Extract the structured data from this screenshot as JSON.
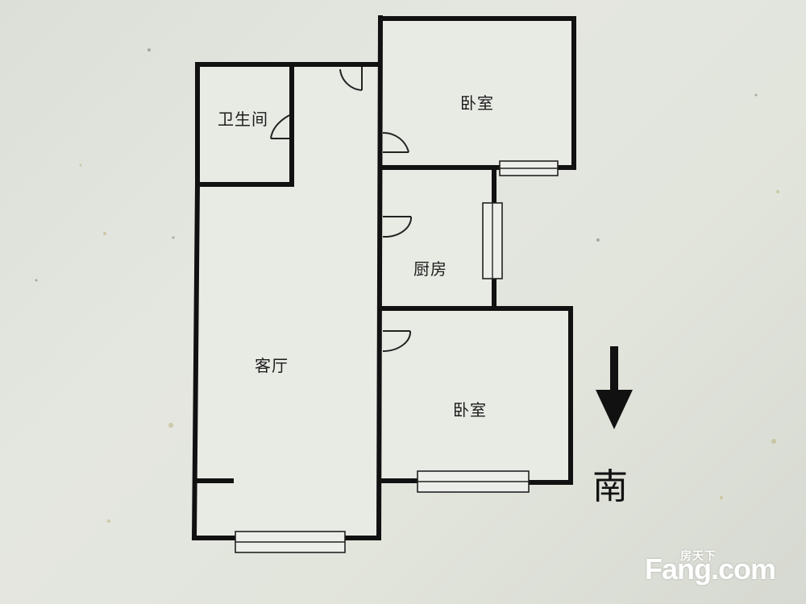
{
  "floor_plan": {
    "rooms": [
      {
        "id": "bathroom",
        "label": "卫生间"
      },
      {
        "id": "bedroom_north",
        "label": "卧室"
      },
      {
        "id": "kitchen",
        "label": "厨房"
      },
      {
        "id": "living_room",
        "label": "客厅"
      },
      {
        "id": "bedroom_south",
        "label": "卧室"
      }
    ],
    "compass": {
      "direction": "south",
      "arrow": "down-arrow-icon",
      "label": "南"
    },
    "colors": {
      "wall": "#111111",
      "background": "#e2e5dc",
      "text": "#1c1c1c"
    }
  },
  "watermark": {
    "brand": "Fang.com",
    "brand_cn": "房天下"
  }
}
